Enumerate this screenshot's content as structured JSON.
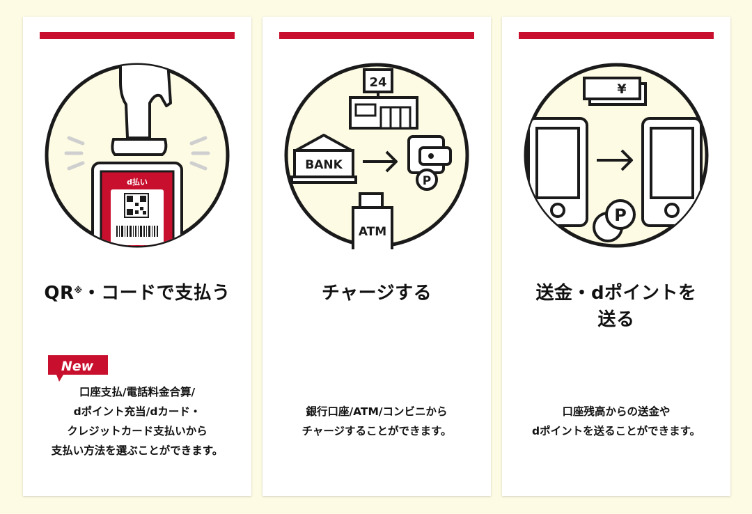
{
  "cards": [
    {
      "title": "QR",
      "title_sup": "※",
      "title_rest": "・コードで支払う",
      "badge": "New",
      "app_label": "d払い",
      "desc": [
        "口座支払/電話料金合算/",
        "dポイント充当/dカード・",
        "クレジットカード支払いから",
        "支払い方法を選ぶことができます。"
      ]
    },
    {
      "title": "チャージする",
      "store_sign": "24",
      "bank_label": "BANK",
      "atm_label": "ATM",
      "point_symbol": "P",
      "desc": [
        "銀行口座/ATM/コンビニから",
        "チャージすることができます。"
      ]
    },
    {
      "title_lines": [
        "送金・dポイントを",
        "送る"
      ],
      "yen_symbol": "¥",
      "point_symbol": "P",
      "desc": [
        "口座残高からの送金や",
        "dポイントを送ることができます。"
      ]
    }
  ],
  "colors": {
    "background": "#fdfbe4",
    "accent": "#c8102e",
    "circle_fill": "#fdfbe4",
    "ink": "#1a1a1a"
  }
}
